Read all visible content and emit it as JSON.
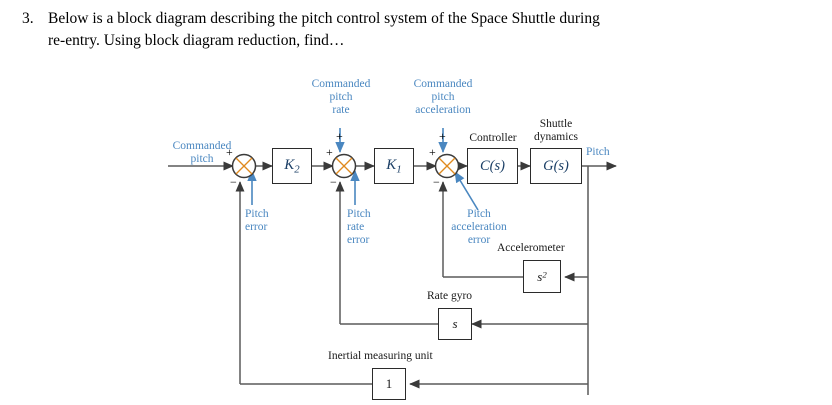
{
  "problem": {
    "number": "3.",
    "line1": "Below is a block diagram describing the pitch control system of the Space Shuttle during",
    "line2": "re-entry. Using block diagram reduction, find…"
  },
  "colors": {
    "annotation_blue": "#4a87c0",
    "block_text_blue": "#1b3f66",
    "line_black": "#555555",
    "block_border": "#2b2b2b"
  },
  "diagram": {
    "title": "Space Shuttle pitch control block diagram",
    "inputs": [
      {
        "name": "commanded-pitch",
        "label_line1": "Commanded",
        "label_line2": "pitch",
        "color": "blue"
      },
      {
        "name": "commanded-pitch-rate",
        "label_line1": "Commanded",
        "label_line2": "pitch",
        "label_line3": "rate",
        "color": "blue"
      },
      {
        "name": "commanded-pitch-acceleration",
        "label_line1": "Commanded",
        "label_line2": "pitch",
        "label_line3": "acceleration",
        "color": "blue"
      }
    ],
    "output": {
      "name": "pitch-output",
      "label": "Pitch",
      "color": "blue"
    },
    "forward_blocks": [
      {
        "id": "k2",
        "label": "K",
        "subscript": "2",
        "caption": ""
      },
      {
        "id": "k1",
        "label": "K",
        "subscript": "1",
        "caption": ""
      },
      {
        "id": "cs",
        "label": "C(s)",
        "caption": "Controller"
      },
      {
        "id": "gs",
        "label": "G(s)",
        "caption_line1": "Shuttle",
        "caption_line2": "dynamics"
      }
    ],
    "feedback_blocks": [
      {
        "id": "accelerometer",
        "label": "s",
        "superscript": "2",
        "caption": "Accelerometer"
      },
      {
        "id": "rate-gyro",
        "label": "s",
        "caption": "Rate gyro"
      },
      {
        "id": "imu",
        "label": "1",
        "caption": "Inertial measuring unit"
      }
    ],
    "summing_junctions": [
      {
        "id": "sum-1",
        "signs": {
          "left": "+",
          "bottom": "−"
        }
      },
      {
        "id": "sum-2",
        "signs": {
          "left": "+",
          "top": "+",
          "bottom": "−"
        }
      },
      {
        "id": "sum-3",
        "signs": {
          "left": "+",
          "top": "+",
          "bottom": "−"
        }
      }
    ],
    "signal_labels": [
      {
        "id": "pitch-error",
        "line1": "Pitch",
        "line2": "error",
        "color": "blue"
      },
      {
        "id": "pitch-rate-error",
        "line1": "Pitch",
        "line2": "rate",
        "line3": "error",
        "color": "blue"
      },
      {
        "id": "pitch-acceleration-error",
        "line1": "Pitch",
        "line2": "acceleration",
        "line3": "error",
        "color": "blue"
      }
    ],
    "captions": {
      "controller": "Controller",
      "shuttle_dynamics_l1": "Shuttle",
      "shuttle_dynamics_l2": "dynamics",
      "accelerometer": "Accelerometer",
      "rate_gyro": "Rate gyro",
      "imu": "Inertial measuring unit"
    },
    "signs": {
      "plus": "+",
      "minus": "−"
    }
  }
}
